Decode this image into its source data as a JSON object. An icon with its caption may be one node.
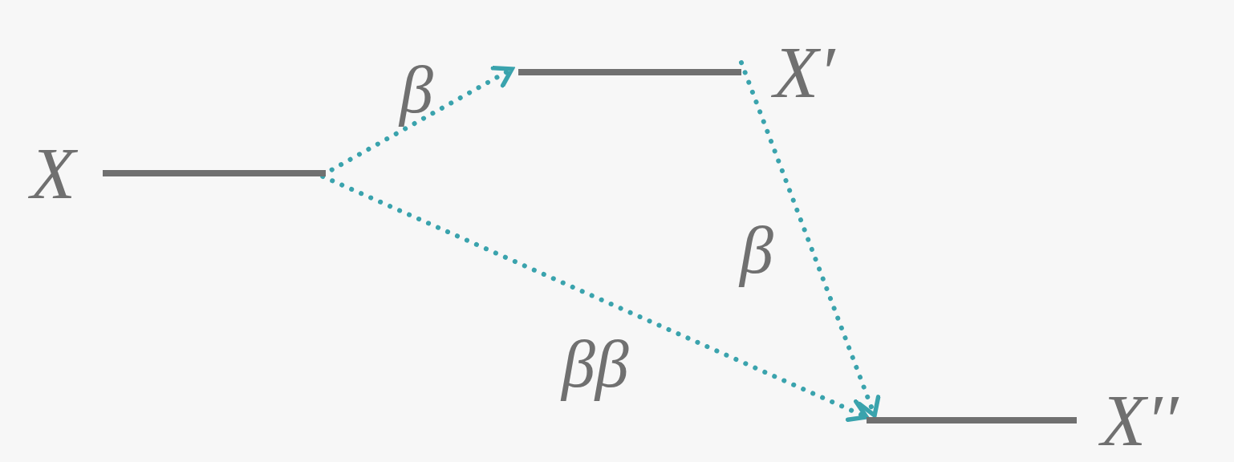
{
  "diagram": {
    "nodes": [
      {
        "text": [
          "X"
        ]
      },
      {
        "text": [
          "X′"
        ]
      },
      {
        "text": [
          "X′′"
        ]
      }
    ],
    "edges": [
      {
        "from": 0,
        "to": 1,
        "arrow": "to",
        "label": "β",
        "style": "dashed"
      },
      {
        "from": 1,
        "to": 2,
        "arrow": "to",
        "label": "β",
        "style": "dashed"
      },
      {
        "from": 0,
        "to": 2,
        "arrow": "to",
        "label": "ββ",
        "style": "dashed"
      }
    ]
  }
}
